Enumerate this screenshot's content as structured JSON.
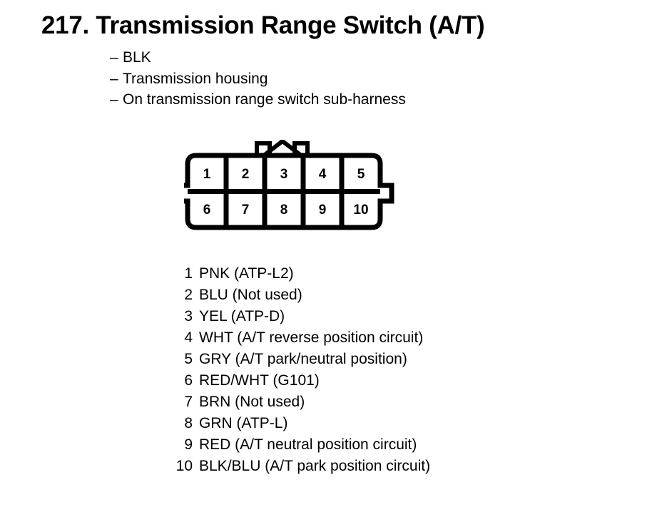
{
  "title": "217. Transmission Range Switch (A/T)",
  "notes": [
    {
      "dash": "–",
      "text": "BLK"
    },
    {
      "dash": "–",
      "text": "Transmission housing"
    },
    {
      "dash": "–",
      "text": "On transmission range switch sub-harness"
    }
  ],
  "connector": {
    "top_row": [
      "1",
      "2",
      "3",
      "4",
      "5"
    ],
    "bottom_row": [
      "6",
      "7",
      "8",
      "9",
      "10"
    ],
    "outline_color": "#000000",
    "fill_color": "#ffffff"
  },
  "pins": [
    {
      "num": "1",
      "desc": "PNK (ATP-L2)"
    },
    {
      "num": "2",
      "desc": "BLU (Not used)"
    },
    {
      "num": "3",
      "desc": "YEL (ATP-D)"
    },
    {
      "num": "4",
      "desc": "WHT (A/T reverse position circuit)"
    },
    {
      "num": "5",
      "desc": "GRY (A/T park/neutral position)"
    },
    {
      "num": "6",
      "desc": "RED/WHT (G101)"
    },
    {
      "num": "7",
      "desc": "BRN (Not used)"
    },
    {
      "num": "8",
      "desc": "GRN (ATP-L)"
    },
    {
      "num": "9",
      "desc": "RED (A/T neutral position circuit)"
    },
    {
      "num": "10",
      "desc": "BLK/BLU (A/T park position circuit)"
    }
  ]
}
